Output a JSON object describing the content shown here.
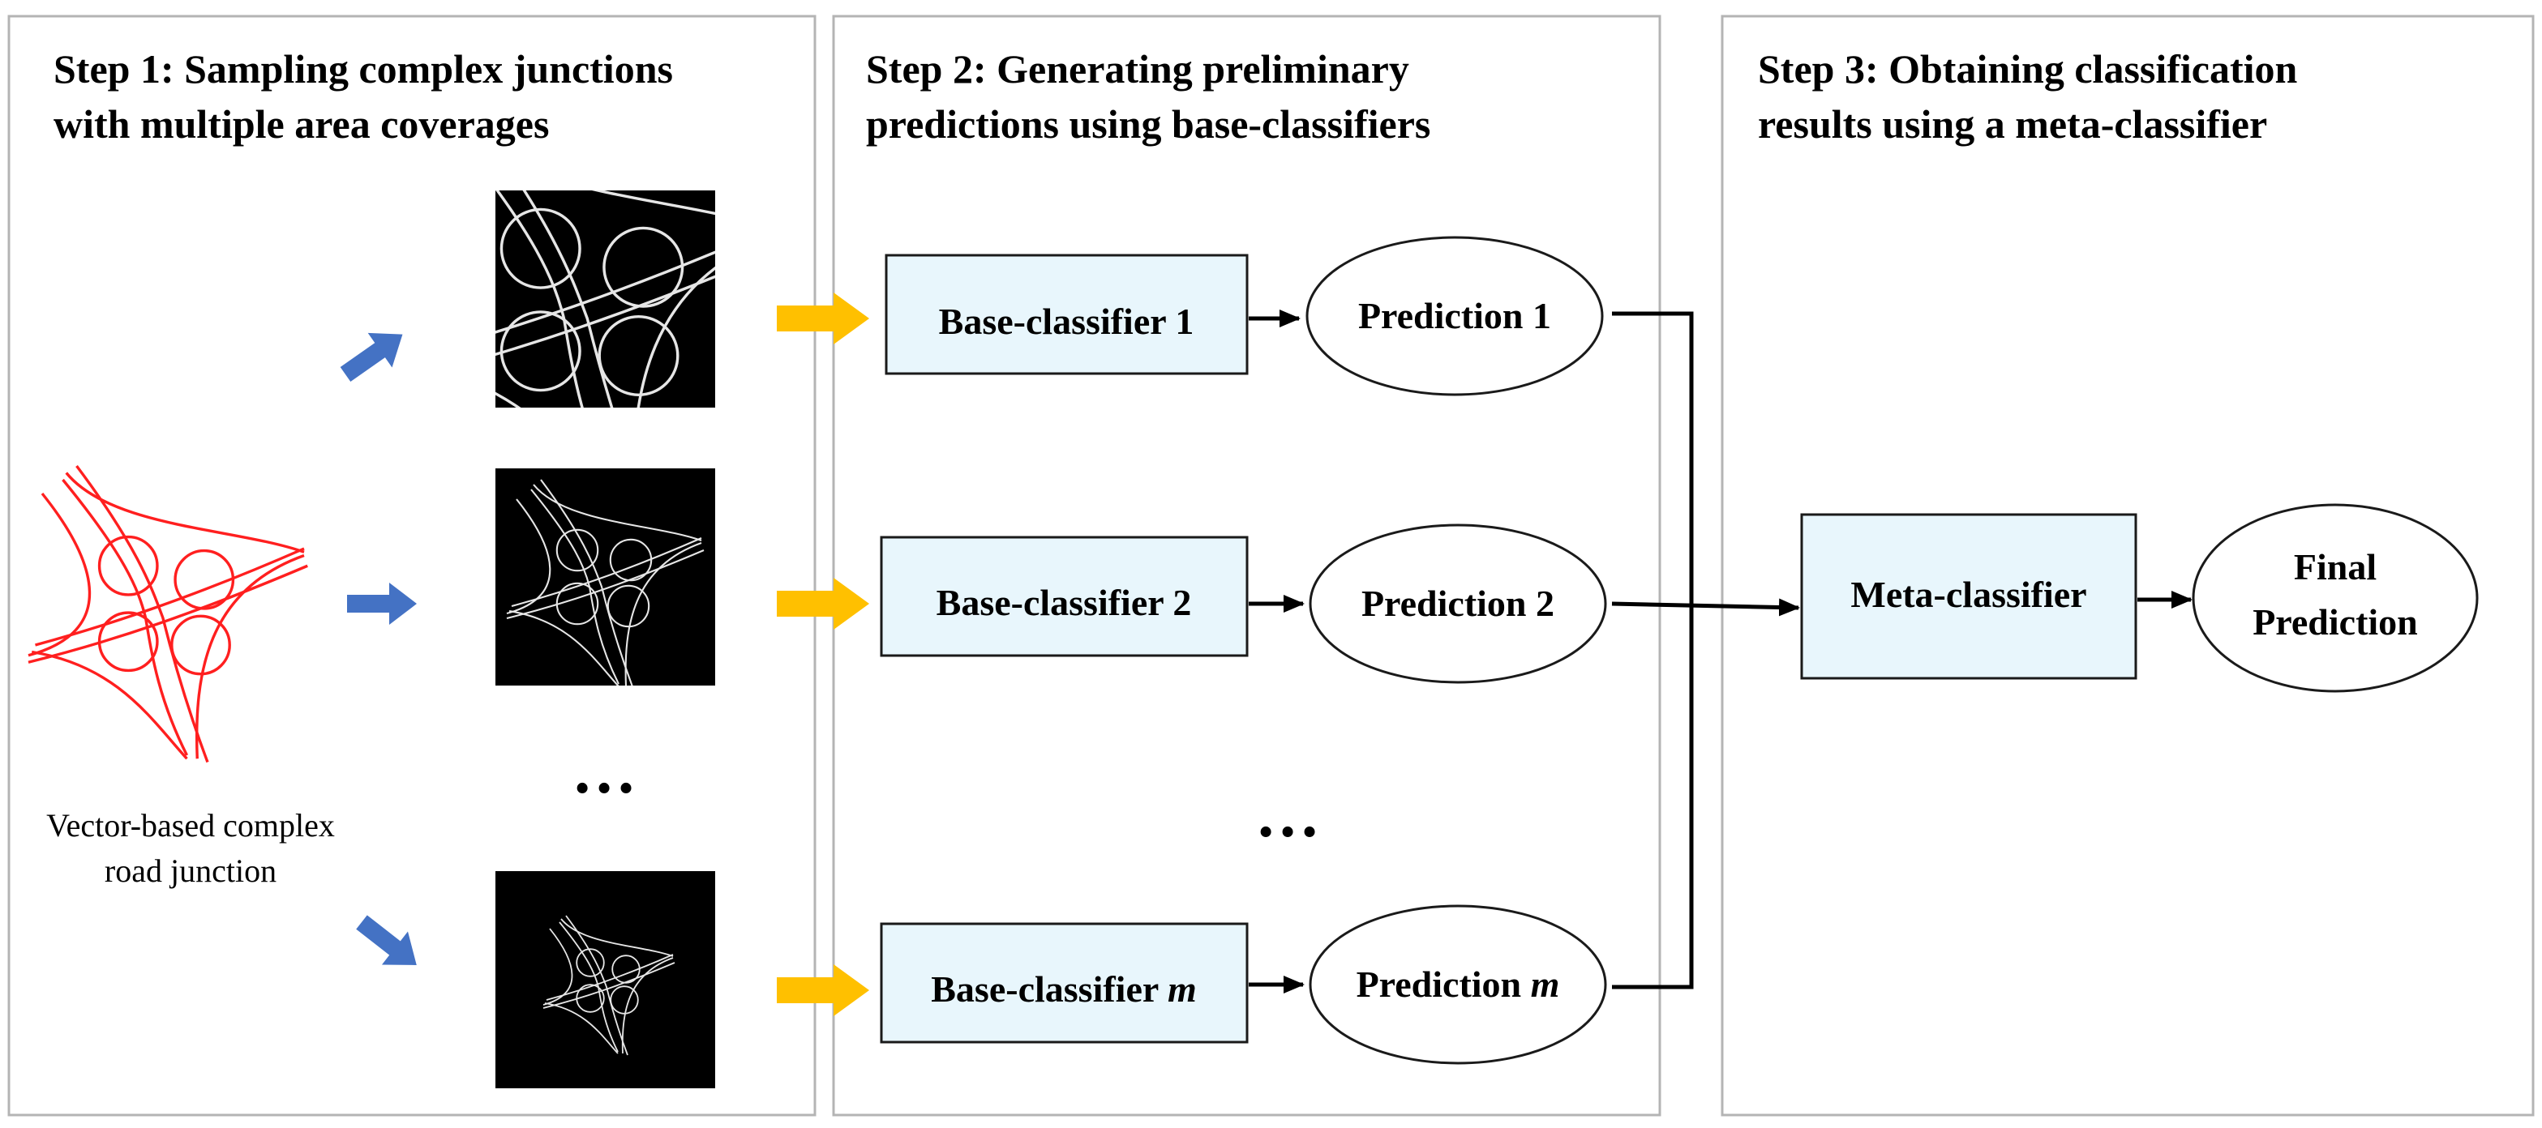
{
  "panels": {
    "step1": {
      "title_line1": "Step 1: Sampling complex junctions",
      "title_line2": "with multiple area coverages",
      "caption_line1": "Vector-based complex",
      "caption_line2": "road junction",
      "ellipsis": "…"
    },
    "step2": {
      "title_line1": "Step 2: Generating preliminary",
      "title_line2": "predictions using base-classifiers",
      "ellipsis": "…",
      "classifiers": [
        {
          "label_prefix": "Base-classifier ",
          "label_index": "1",
          "prediction_prefix": "Prediction ",
          "prediction_index": "1"
        },
        {
          "label_prefix": "Base-classifier ",
          "label_index": "2",
          "prediction_prefix": "Prediction ",
          "prediction_index": "2"
        },
        {
          "label_prefix": "Base-classifier ",
          "label_index": "m",
          "prediction_prefix": "Prediction ",
          "prediction_index": "m"
        }
      ]
    },
    "step3": {
      "title_line1": "Step 3: Obtaining classification",
      "title_line2": "results using a meta-classifier",
      "meta_label": "Meta-classifier",
      "final_line1": "Final",
      "final_line2": "Prediction"
    }
  },
  "colors": {
    "panel_border": "#b4b4b4",
    "box_fill": "#e8f6fc",
    "blue_arrow": "#4472c4",
    "yellow_arrow": "#ffc000",
    "road_vector": "#ff1f1f",
    "thumbnail_bg": "#000000"
  }
}
